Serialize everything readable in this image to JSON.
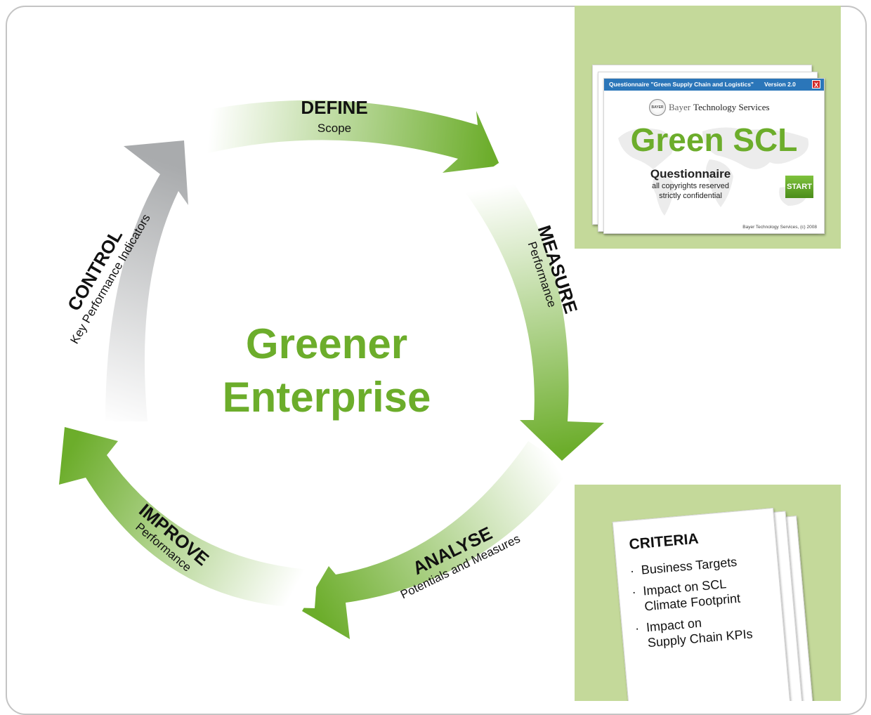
{
  "center": {
    "line1": "Greener",
    "line2": "Enterprise"
  },
  "cycle": [
    {
      "key": "define",
      "title": "DEFINE",
      "subtitle": "Scope"
    },
    {
      "key": "measure",
      "title": "MEASURE",
      "subtitle": "Performance"
    },
    {
      "key": "analyse",
      "title": "ANALYSE",
      "subtitle": "Potentials and Measures"
    },
    {
      "key": "improve",
      "title": "IMPROVE",
      "subtitle": "Performance"
    },
    {
      "key": "control",
      "title": "CONTROL",
      "subtitle": "Key Performance Indicators"
    }
  ],
  "questionnaire": {
    "titlebar_text": "Questionnaire \"Green Supply Chain and Logistics\"",
    "version": "Version 2.0",
    "close_label": "X",
    "brand_prefix": "Bayer",
    "brand_suffix": "Technology Services",
    "logo_text": "BAYER",
    "big_title": "Green SCL",
    "heading": "Questionnaire",
    "line1": "all copyrights reserved",
    "line2": "strictly confidential",
    "start_label": "START",
    "copyright": "Bayer Technology Services, (c) 2008"
  },
  "criteria": {
    "title": "CRITERIA",
    "items": [
      {
        "bullet": "·",
        "text": "Business Targets"
      },
      {
        "bullet": "·",
        "text": "Impact on SCL\nClimate Footprint"
      },
      {
        "bullet": "·",
        "text": "Impact on\nSupply Chain KPIs"
      }
    ]
  },
  "colors": {
    "accent_green": "#6cad2b",
    "panel_green": "#c4d99a",
    "arrow_gray": "#a9abad",
    "titlebar_blue": "#2b76b9",
    "close_red": "#d42a2a"
  }
}
